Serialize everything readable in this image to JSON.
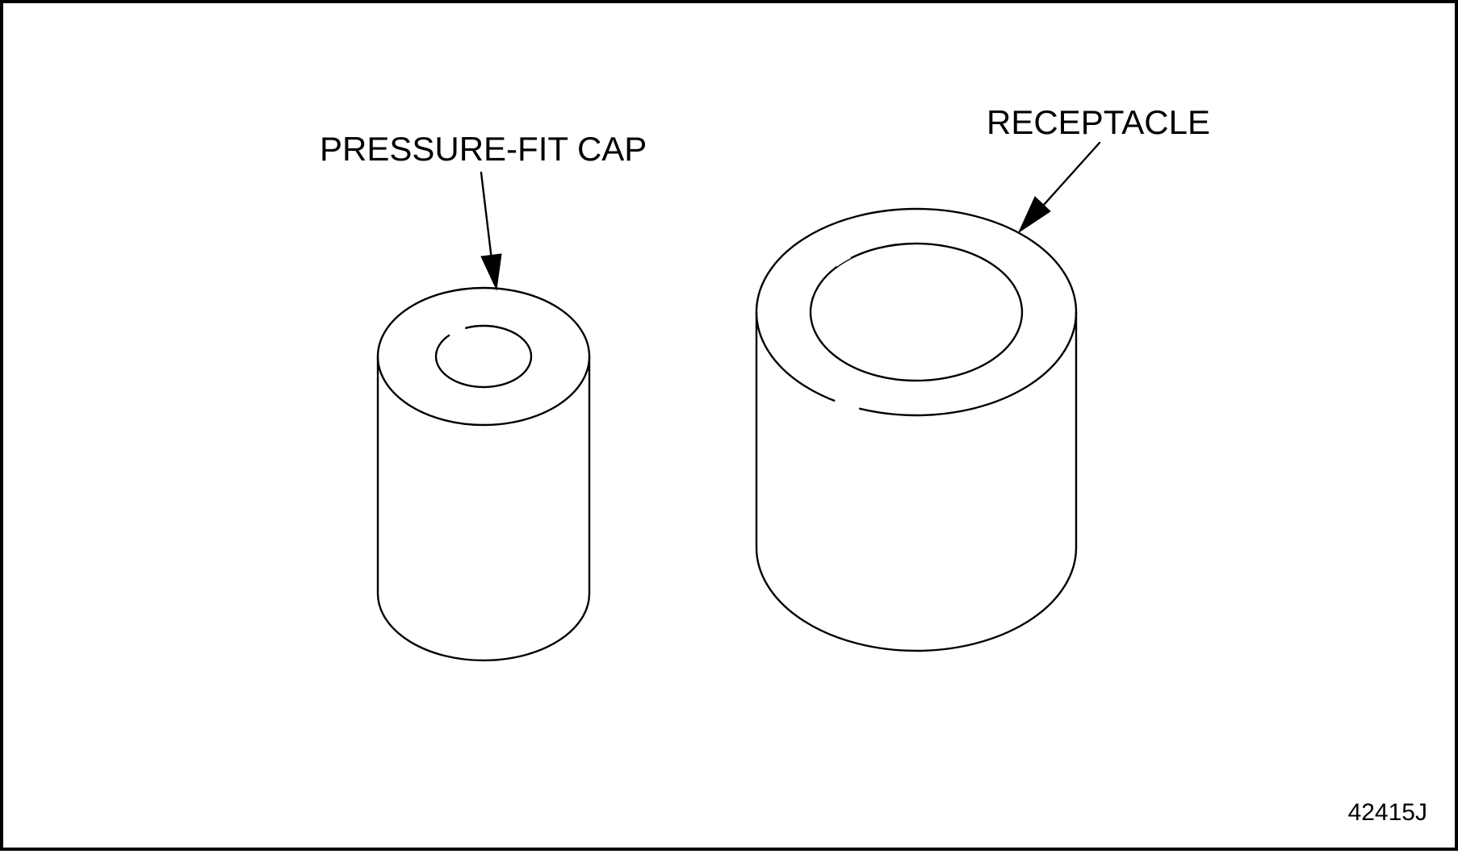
{
  "labels": {
    "pressure_fit_cap": "PRESSURE-FIT CAP",
    "receptacle": "RECEPTACLE"
  },
  "figure_number": "42415J",
  "colors": {
    "line": "#000000",
    "background": "#ffffff"
  }
}
